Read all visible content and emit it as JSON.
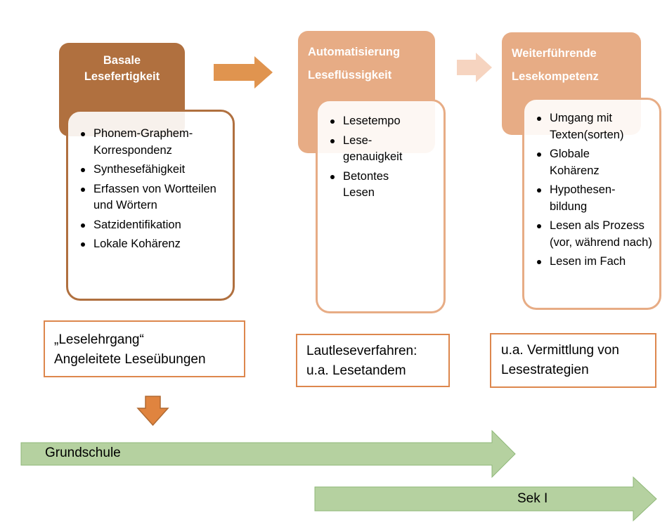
{
  "stages": [
    {
      "title_lines": [
        "Basale",
        "Lesefertigkeit"
      ],
      "items": [
        "Phonem-Graphem-Korrespondenz",
        "Synthesefähigkeit",
        "Erfassen von Wortteilen und Wörtern",
        "Satzidentifikation",
        "Lokale Kohärenz"
      ],
      "method_lines": [
        "„Leselehrgang“",
        "Angeleitete Leseübungen"
      ],
      "color": "#b0703f"
    },
    {
      "title_lines": [
        "Automatisierung",
        "Leseflüssigkeit"
      ],
      "items": [
        "Lesetempo",
        "Lese-genauigkeit",
        "Betontes Lesen"
      ],
      "method_lines": [
        "Lautleseverfahren:",
        "u.a. Lesetandem"
      ],
      "color": "#e7ac85"
    },
    {
      "title_lines": [
        "Weiterführende",
        "Lesekompetenz"
      ],
      "items": [
        "Umgang mit Texten(sorten)",
        "Globale Kohärenz",
        "Hypothesen-bildung",
        "Lesen als Prozess (vor, während nach)",
        "Lesen im Fach"
      ],
      "method_lines": [
        "u.a. Vermittlung von",
        "Lesestrategien"
      ],
      "color": "#e7ac85"
    }
  ],
  "school_levels": [
    {
      "label": "Grundschule"
    },
    {
      "label": "Sek I"
    }
  ],
  "colors": {
    "arrow_dark": "#e0944f",
    "arrow_light": "#f6d4c0",
    "down_arrow": "#e0843f",
    "level_arrow": "#b5d1a0",
    "method_border": "#dd874d"
  }
}
